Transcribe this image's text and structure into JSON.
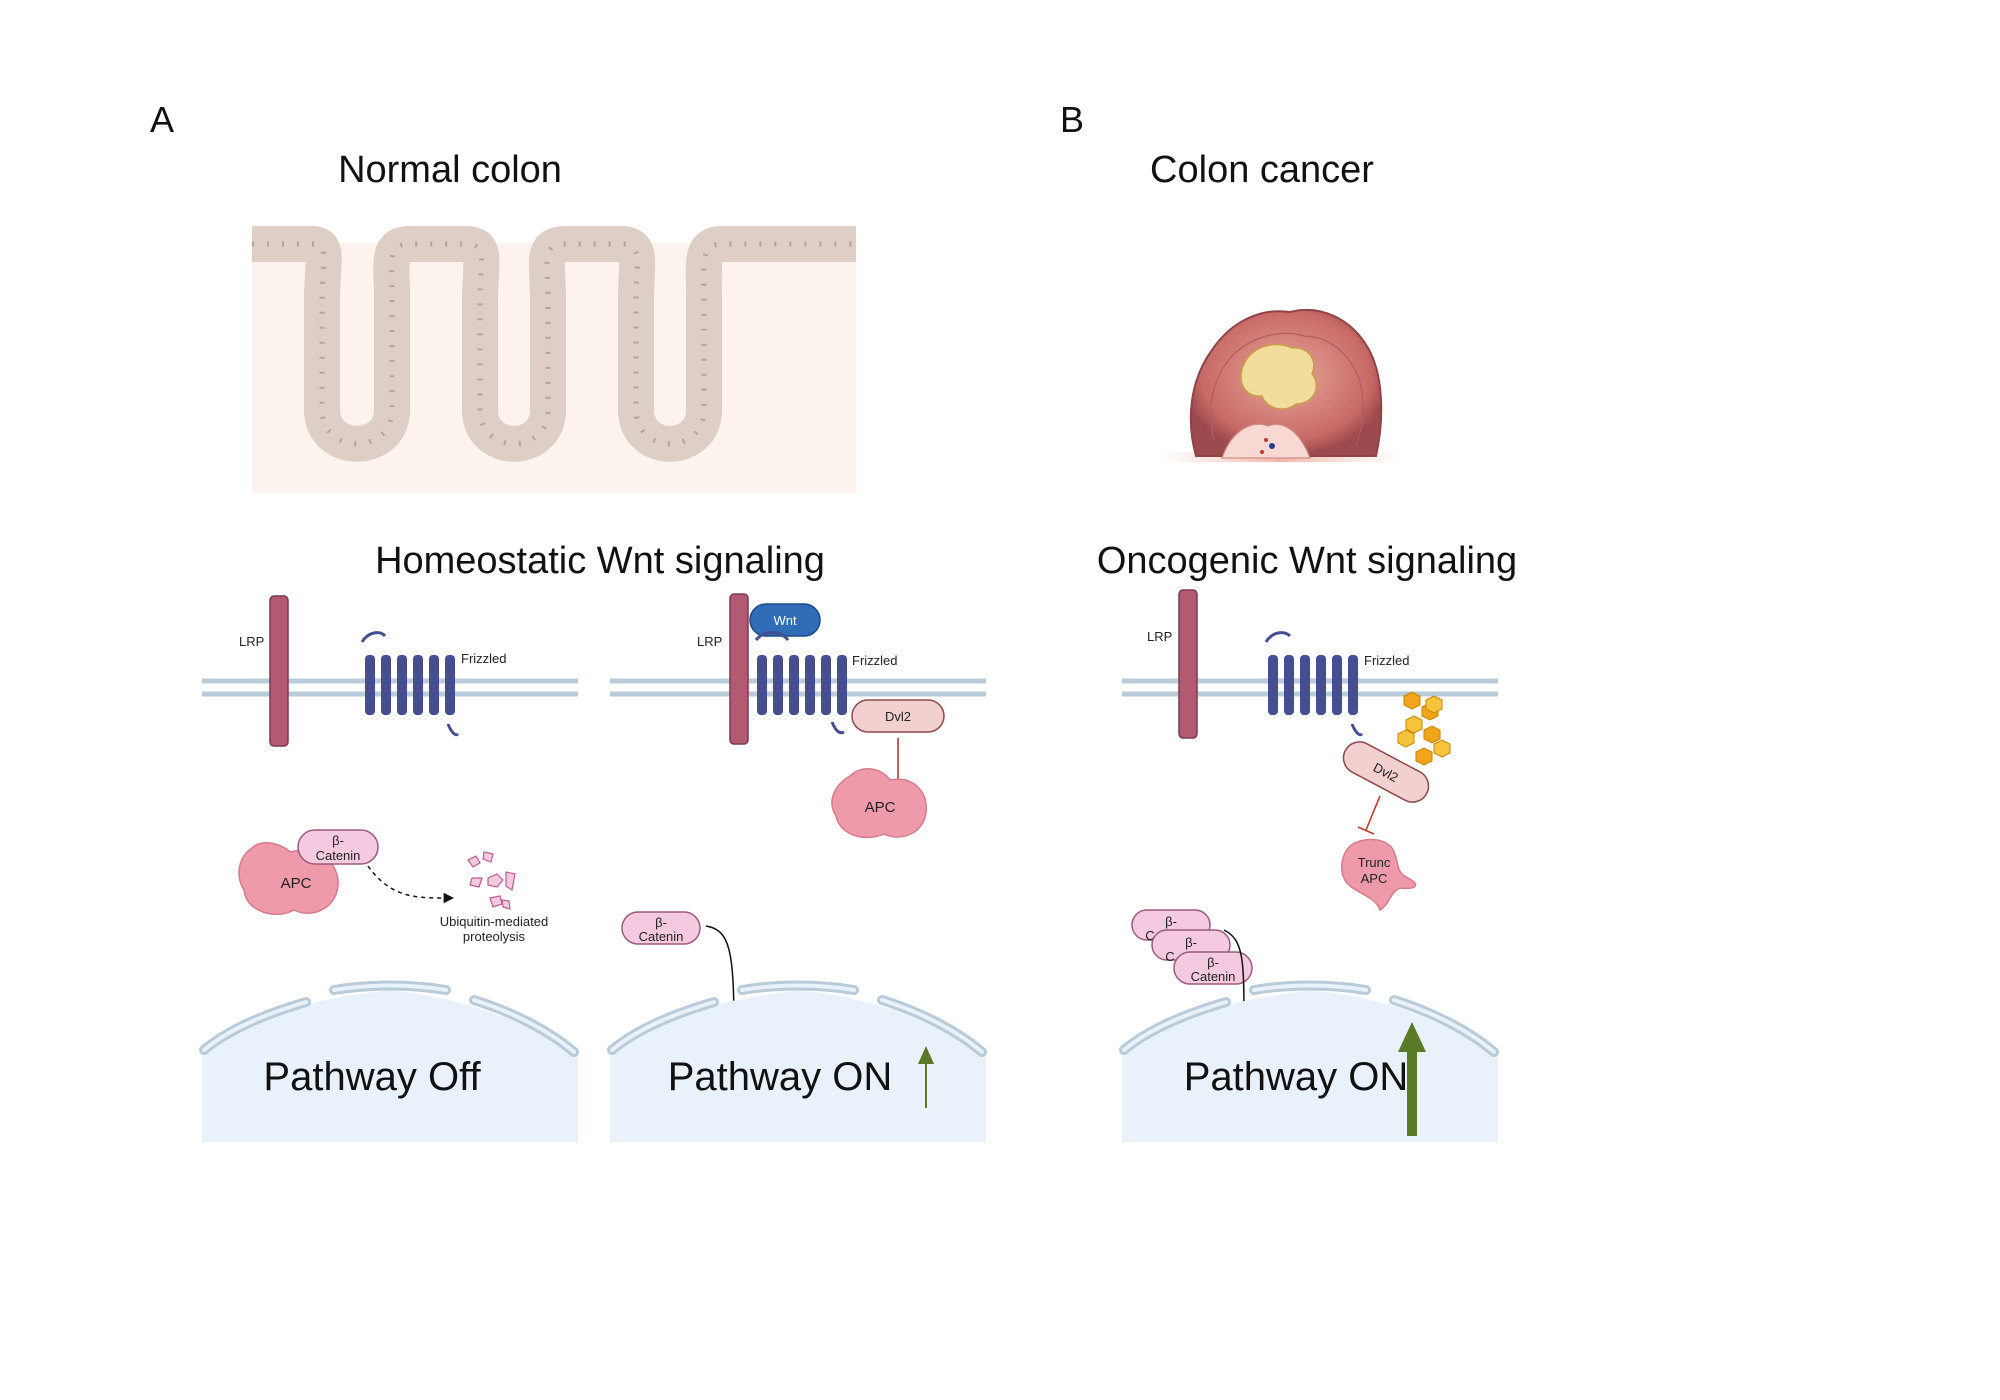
{
  "panel_a": {
    "letter": "A",
    "title": "Normal colon",
    "signaling_title": "Homeostatic Wnt signaling",
    "off": {
      "lrp": "LRP",
      "frizzled": "Frizzled",
      "apc": "APC",
      "beta_catenin_1": "β-",
      "beta_catenin_2": "Catenin",
      "degradation_1": "Ubiquitin-mediated",
      "degradation_2": "proteolysis",
      "status": "Pathway Off"
    },
    "on": {
      "lrp": "LRP",
      "wnt": "Wnt",
      "frizzled": "Frizzled",
      "dvl2": "Dvl2",
      "apc": "APC",
      "beta_catenin_1": "β-",
      "beta_catenin_2": "Catenin",
      "status": "Pathway ON"
    }
  },
  "panel_b": {
    "letter": "B",
    "title": "Colon cancer",
    "signaling_title": "Oncogenic Wnt signaling",
    "lrp": "LRP",
    "frizzled": "Frizzled",
    "dvl2": "Dvl2",
    "trunc_apc_1": "Trunc",
    "trunc_apc_2": "APC",
    "beta_catenin_1": "β-",
    "beta_catenin_2": "Catenin",
    "stack_fragment_c": "C",
    "status": "Pathway ON"
  },
  "colors": {
    "membrane": "#b9cad8",
    "lrp": "#b35a73",
    "frizzled": "#454e93",
    "wnt": "#2f6db8",
    "apc": "#ee9aab",
    "beta_catenin": "#f5c9df",
    "dvl2": "#f2d0d0",
    "nucleus": "#e9f1fa",
    "arrow_green": "#5a7a28",
    "inhibit_red": "#c0392b",
    "tissue_fill": "#fdf3ee",
    "tissue_layer": "#ddcec6",
    "tumor": "#c96b6b"
  }
}
